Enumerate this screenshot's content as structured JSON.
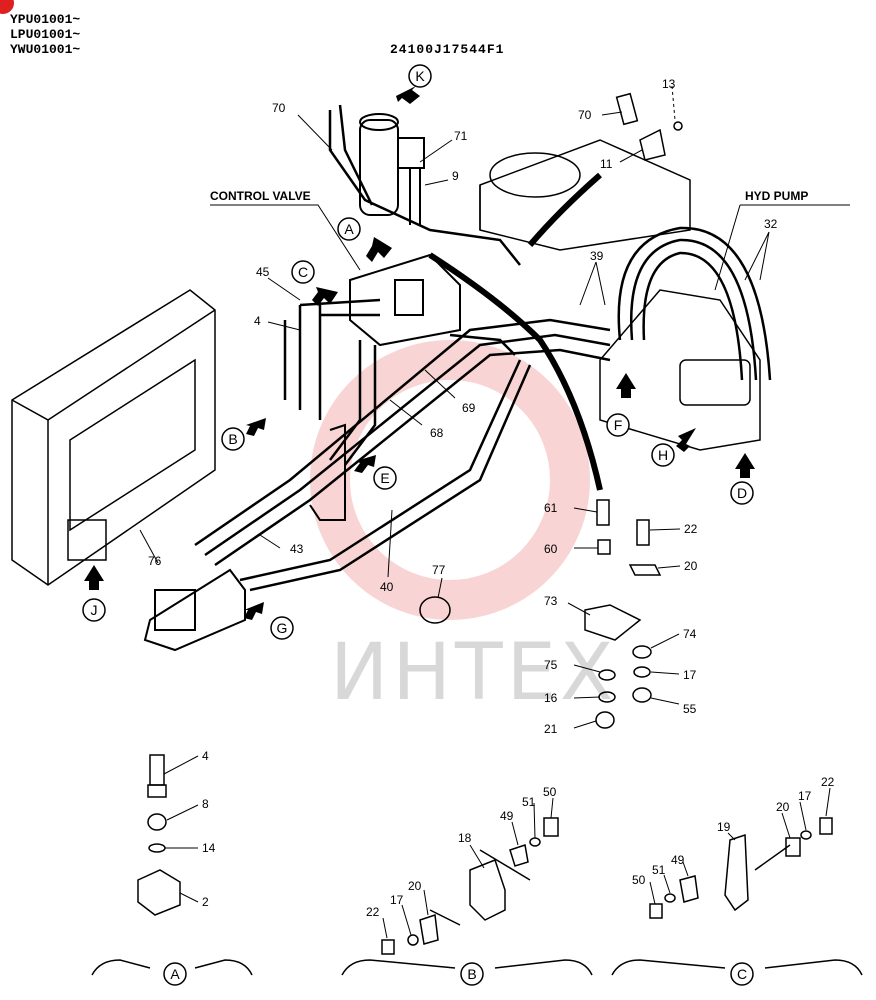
{
  "header": {
    "serials": [
      "YPU01001~",
      "LPU01001~",
      "YWU01001~"
    ],
    "doc_id": "24100J17544F1"
  },
  "section_labels": {
    "control_valve": "CONTROL VALVE",
    "hyd_pump": "HYD PUMP"
  },
  "view_arrows": [
    "K",
    "A",
    "C",
    "B",
    "E",
    "F",
    "H",
    "D",
    "J",
    "G"
  ],
  "part_numbers": [
    "70",
    "71",
    "9",
    "13",
    "70",
    "11",
    "32",
    "39",
    "45",
    "4",
    "69",
    "68",
    "43",
    "40",
    "76",
    "77",
    "61",
    "60",
    "22",
    "20",
    "73",
    "74",
    "75",
    "17",
    "16",
    "55",
    "21"
  ],
  "detail_views": {
    "A": {
      "label": "A",
      "parts": [
        "4",
        "8",
        "14",
        "2"
      ]
    },
    "B": {
      "label": "B",
      "parts": [
        "50",
        "49",
        "51",
        "18",
        "20",
        "17",
        "22"
      ]
    },
    "C": {
      "label": "C",
      "parts": [
        "22",
        "17",
        "20",
        "19",
        "49",
        "51",
        "50"
      ]
    }
  },
  "watermark": "ИНТЕХ"
}
